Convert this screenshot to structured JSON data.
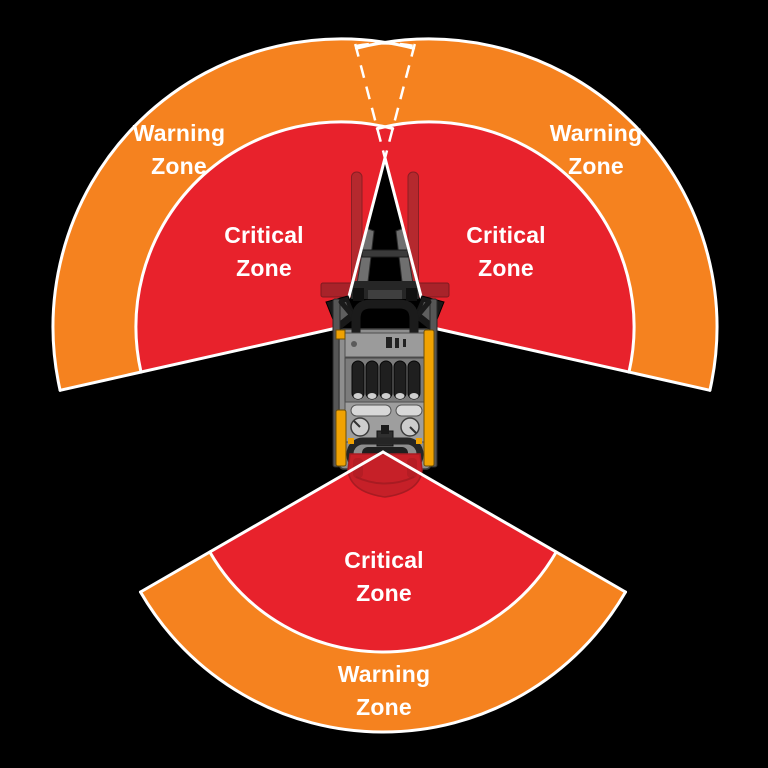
{
  "background": "#000000",
  "zones": {
    "warning": {
      "label": "Warning Zone",
      "color": "#F5821F"
    },
    "critical": {
      "label": "Critical Zone",
      "color": "#E8222C"
    }
  },
  "vehicle": {
    "icon": "forklift-top-view",
    "body_color": "#8E8E8E",
    "accent_color": "#F0A202",
    "fork_color": "#B5292E",
    "rear_tint_color": "#C62028"
  },
  "blind_spot": {
    "outline_style": "dashed",
    "color": "#FFFFFF"
  }
}
